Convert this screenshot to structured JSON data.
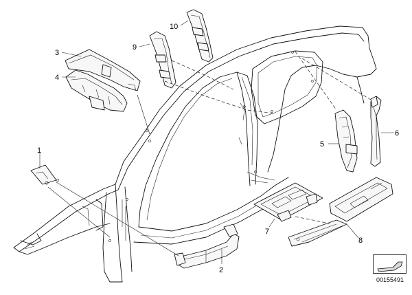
{
  "diagram": {
    "callouts": [
      {
        "id": "1",
        "label": "1"
      },
      {
        "id": "2",
        "label": "2"
      },
      {
        "id": "3",
        "label": "3"
      },
      {
        "id": "4",
        "label": "4"
      },
      {
        "id": "5",
        "label": "5"
      },
      {
        "id": "6",
        "label": "6"
      },
      {
        "id": "7",
        "label": "7"
      },
      {
        "id": "8",
        "label": "8"
      },
      {
        "id": "9",
        "label": "9"
      },
      {
        "id": "10",
        "label": "10"
      }
    ],
    "reference_number": "00155491"
  }
}
